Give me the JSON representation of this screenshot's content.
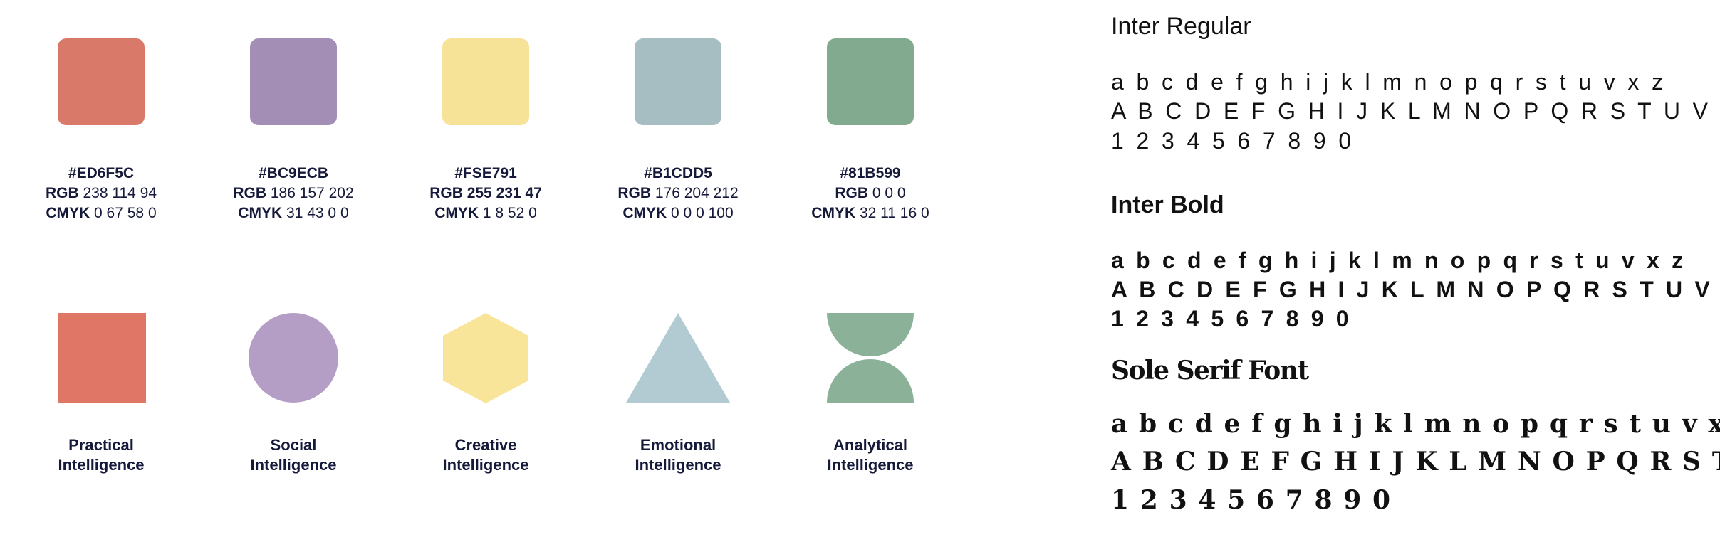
{
  "palette": [
    {
      "color": "#D9796A",
      "hex": "#ED6F5C",
      "rgb_label": "RGB",
      "rgb_values": "238 114 94",
      "rgb_values_bold": false,
      "cmyk_label": "CMYK",
      "cmyk_values": "0 67 58 0"
    },
    {
      "color": "#A38EB5",
      "hex": "#BC9ECB",
      "rgb_label": "RGB",
      "rgb_values": "186 157 202",
      "rgb_values_bold": false,
      "cmyk_label": "CMYK",
      "cmyk_values": "31 43 0 0"
    },
    {
      "color": "#F6E397",
      "hex": "#FSE791",
      "rgb_label": "RGB",
      "rgb_values": "255 231 47",
      "rgb_values_bold": true,
      "cmyk_label": "CMYK",
      "cmyk_values": "1 8 52 0"
    },
    {
      "color": "#A6BEC2",
      "hex": "#B1CDD5",
      "rgb_label": "RGB",
      "rgb_values": "176 204 212",
      "rgb_values_bold": false,
      "cmyk_label": "CMYK",
      "cmyk_values": "0 0 0 100"
    },
    {
      "color": "#81AA8E",
      "hex": "#81B599",
      "rgb_label": "RGB",
      "rgb_values": "0 0 0",
      "rgb_values_bold": false,
      "cmyk_label": "CMYK",
      "cmyk_values": "32 11 16 0"
    }
  ],
  "shapes": [
    {
      "shape": "square",
      "color": "#E07766",
      "line1": "Practical",
      "line2": "Intelligence"
    },
    {
      "shape": "circle",
      "color": "#B59EC6",
      "line1": "Social",
      "line2": "Intelligence"
    },
    {
      "shape": "hexagon",
      "color": "#F8E59A",
      "line1": "Creative",
      "line2": "Intelligence"
    },
    {
      "shape": "triangle",
      "color": "#B2CAD2",
      "line1": "Emotional",
      "line2": "Intelligence"
    },
    {
      "shape": "two-semicircles",
      "color": "#8BB298",
      "line1": "Analytical",
      "line2": "Intelligence"
    }
  ],
  "typography": {
    "inter_regular": {
      "title": "Inter Regular",
      "lowercase": "a b c d e f g h i j k l m n o p q r s t u v x z",
      "uppercase": "A B C D E F G H I J K L M N O P Q R S T U V X Z",
      "digits": "1 2 3 4 5 6 7 8 9 0"
    },
    "inter_bold": {
      "title": "Inter Bold",
      "lowercase": "a b c d e f g h i j k l m n o p q r s t u v x z",
      "uppercase": "A B C D E F G H I J K L M N O P Q R S T U V X Z",
      "digits": "1 2 3 4 5 6 7 8 9 0"
    },
    "sole_serif": {
      "title": "Sole Serif Font",
      "lowercase": "a b c d e f g h i j k l m n o p q r s t u v x z",
      "uppercase": "A B C D E F G H I J K L M N O P Q R S T U V X Z",
      "digits": "1 2 3 4 5 6 7 8 9 0"
    }
  }
}
